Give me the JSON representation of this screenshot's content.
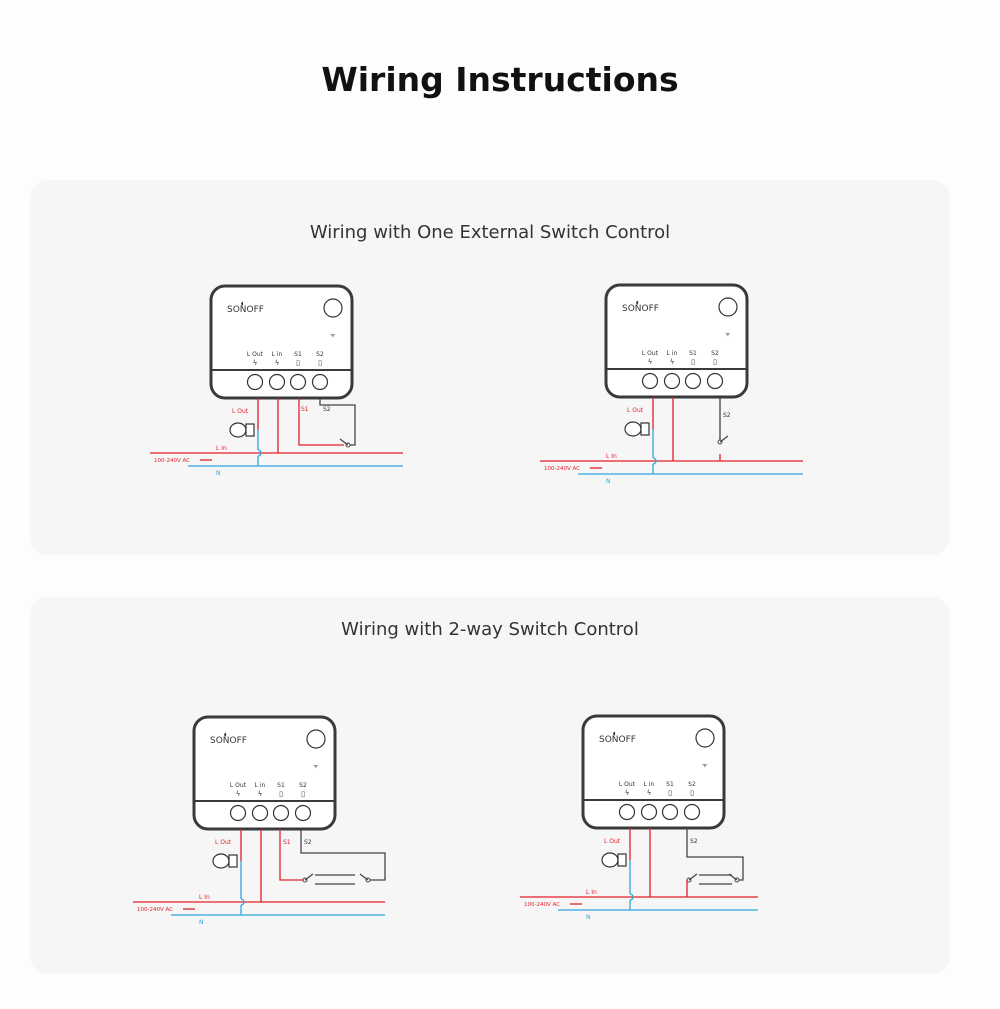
{
  "page_title": "Wiring Instructions",
  "colors": {
    "live": "#e3202b",
    "neutral": "#2ea7e0",
    "switch_wire": "#444444",
    "device_outline": "#3a3a3a",
    "card_bg": "#f6f6f6"
  },
  "sections": [
    {
      "title": "Wiring with One External Switch Control"
    },
    {
      "title": "Wiring with 2-way Switch Control"
    }
  ],
  "device": {
    "brand": "SONOFF",
    "terminals": [
      "L Out",
      "L in",
      "S1",
      "S2"
    ],
    "terminal_icons": [
      "lightning-icon",
      "lightning-icon",
      "switch-terminal-icon",
      "switch-terminal-icon"
    ]
  },
  "wire_labels": {
    "l_out": "L Out",
    "l_in": "L In",
    "n": "N",
    "s1": "S1",
    "s2": "S2",
    "supply": "100-240V AC"
  }
}
